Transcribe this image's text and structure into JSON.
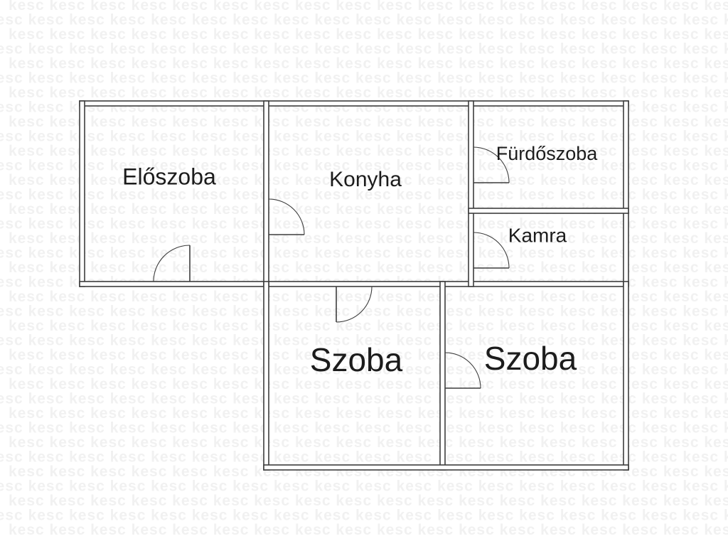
{
  "rooms": {
    "eloszoba": "Előszoba",
    "konyha": "Konyha",
    "furdoszoba": "Fürdőszoba",
    "kamra": "Kamra",
    "szoba1": "Szoba",
    "szoba2": "Szoba"
  },
  "watermark": {
    "text": "kesc kesc kesc kesc kesc kesc kesc kesc kesc kesc kesc kesc kesc kesc kesc kesc kesc kesc kesc kesc kesc kesc"
  },
  "colors": {
    "wall_stroke": "#3d3d3d",
    "label": "#1c1c1c",
    "watermark": "#f1f1f1",
    "background": "#ffffff"
  }
}
